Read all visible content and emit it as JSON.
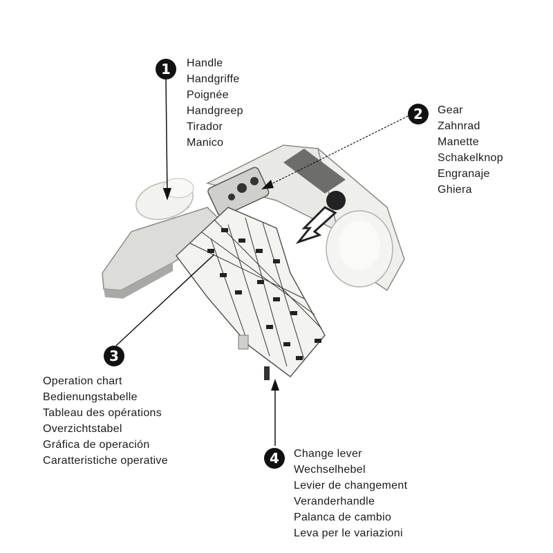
{
  "callouts": [
    {
      "number": "1",
      "labels": [
        "Handle",
        "Handgriffe",
        "Poignée",
        "Handgreep",
        "Tirador",
        "Manico"
      ]
    },
    {
      "number": "2",
      "labels": [
        "Gear",
        "Zahnrad",
        "Manette",
        "Schakelknop",
        "Engranaje",
        "Ghiera"
      ]
    },
    {
      "number": "3",
      "labels": [
        "Operation chart",
        "Bedienungstabelle",
        "Tableau des opérations",
        "Overzichtstabel",
        "Gráfica de operación",
        "Caratteristiche operative"
      ]
    },
    {
      "number": "4",
      "labels": [
        "Change lever",
        "Wechselhebel",
        "Levier de changement",
        "Veranderhandle",
        "Palanca de cambio",
        "Leva per le variazioni"
      ]
    }
  ],
  "colors": {
    "ink": "#111111",
    "body": "#e4e4e0",
    "shadow": "#9a9a96"
  }
}
